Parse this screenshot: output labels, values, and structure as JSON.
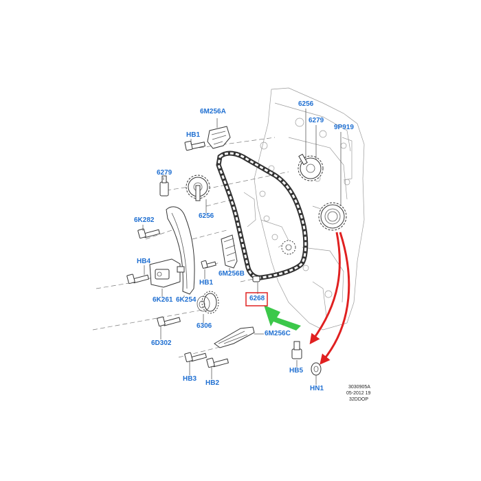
{
  "diagram": {
    "colors": {
      "label": "#1f6fd1",
      "highlight_box": "#e02020",
      "red_arrow": "#e02020",
      "green_arrow": "#3cc84a",
      "line": "#333333"
    },
    "part_labels": {
      "p_6m256a": "6M256A",
      "p_hb1_top": "HB1",
      "p_6279_left": "6279",
      "p_6256_left": "6256",
      "p_6k282": "6K282",
      "p_hb4": "HB4",
      "p_6k261": "6K261",
      "p_6k254": "6K254",
      "p_6m256b": "6M256B",
      "p_hb1_mid": "HB1",
      "p_6306": "6306",
      "p_6d302": "6D302",
      "p_6m256c": "6M256C",
      "p_hb3": "HB3",
      "p_hb2": "HB2",
      "p_6268": "6268",
      "p_6256_right": "6256",
      "p_6279_right": "6279",
      "p_9p919": "9P919",
      "p_hb5": "HB5",
      "p_hn1": "HN1"
    },
    "highlighted_part": "6268",
    "reference": {
      "line1": "3030905A",
      "line2": "05-2012 19",
      "line3": "32DDOP"
    }
  }
}
